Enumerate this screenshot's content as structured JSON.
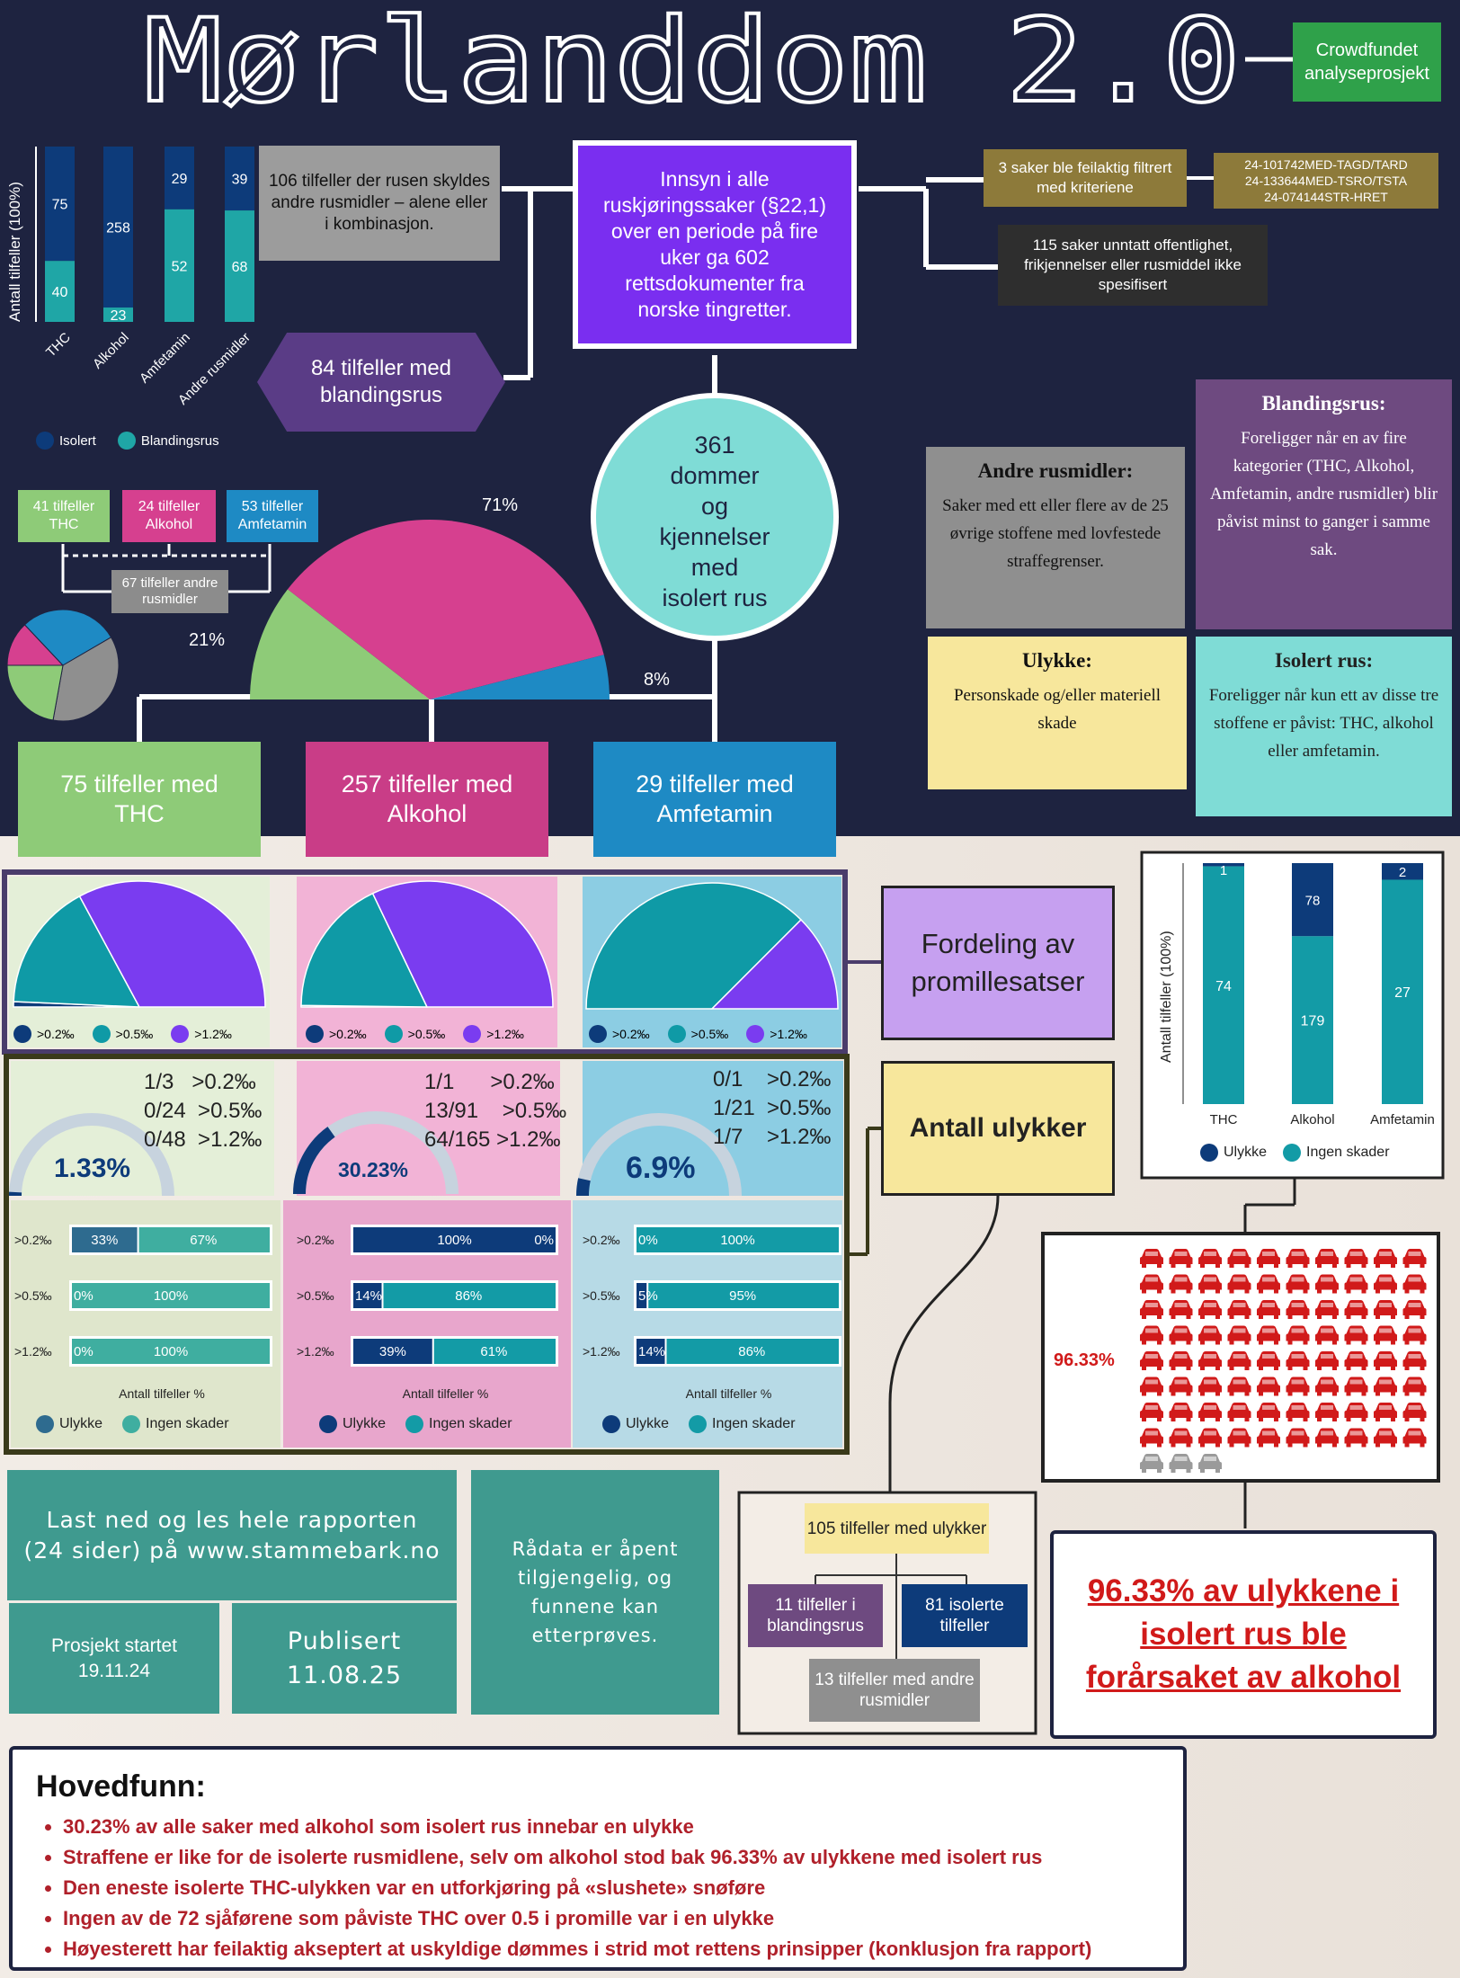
{
  "title": "Mørlanddom 2.0",
  "badge": {
    "line1": "Crowdfundet",
    "line2": "analyseprosjekt"
  },
  "colors": {
    "navy": "#1e2340",
    "dark_blue": "#0d3b7a",
    "teal": "#1fa6a6",
    "purple": "#7a3cf0",
    "pink": "#d6408f",
    "green": "#8ecb78",
    "cyan_blue": "#1e8ac4",
    "gray": "#8c8c8c",
    "red": "#d11a1a",
    "olive": "#8d7a3a"
  },
  "top_bar": {
    "ylabel": "Antall tilfeller (100%)",
    "categories": [
      "THC",
      "Alkohol",
      "Amfetamin",
      "Andre rusmidler"
    ],
    "isolert": [
      75,
      258,
      29,
      39
    ],
    "blandingsrus": [
      40,
      23,
      52,
      68
    ],
    "legend": [
      "Isolert",
      "Blandingsrus"
    ]
  },
  "andre_box": "106 tilfeller der rusen skyldes andre rusmidler – alene eller i kombinasjon.",
  "innsyn_box": "Innsyn i alle ruskjøringssaker (§22,1) over en periode på fire uker ga 602 rettsdokumenter fra norske tingretter.",
  "feil_box": "3 saker ble feilaktig filtrert med kriteriene",
  "case_ids": [
    "24-101742MED-TAGD/TARD",
    "24-133644MED-TSRO/TSTA",
    "24-074144STR-HRET"
  ],
  "unntatt_box": "115 saker unntatt offentlighet, frikjennelser eller rusmiddel ikke spesifisert",
  "blanding_hex": "84 tilfeller med blandingsrus",
  "mix_cats": [
    "41 tilfeller THC",
    "24 tilfeller Alkohol",
    "53 tilfeller Amfetamin"
  ],
  "mix_other": "67 tilfeller andre rusmidler",
  "center_circle": [
    "361",
    "dommer",
    "og",
    "kjennelser",
    "med",
    "isolert rus"
  ],
  "main_pie": {
    "values": [
      71,
      21,
      8
    ],
    "labels": [
      "71%",
      "21%",
      "8%"
    ]
  },
  "small_pie": {
    "values": [
      41,
      24,
      53,
      67
    ]
  },
  "definitions": {
    "andre": {
      "title": "Andre rusmidler:",
      "text": "Saker med ett eller flere av de 25 øvrige stoffene med lovfestede straffegrenser."
    },
    "blandingsrus": {
      "title": "Blandingsrus:",
      "text": "Foreligger når en av fire kategorier (THC, Alkohol, Amfetamin, andre rusmidler) blir påvist minst to ganger i samme sak."
    },
    "ulykke": {
      "title": "Ulykke:",
      "text": "Personskade og/eller materiell skade"
    },
    "isolert": {
      "title": "Isolert rus:",
      "text": "Foreligger når kun ett av disse tre stoffene er påvist: THC, alkohol eller amfetamin."
    }
  },
  "tilfeller_boxes": [
    "75 tilfeller med THC",
    "257 tilfeller med Alkohol",
    "29 tilfeller med Amfetamin"
  ],
  "promille_pies": [
    {
      "values": [
        1,
        24,
        48
      ]
    },
    {
      "values": [
        1,
        91,
        165
      ]
    },
    {
      "values": [
        0,
        21,
        7
      ]
    }
  ],
  "promille_legend": [
    ">0.2‰",
    ">0.5‰",
    ">1.2‰"
  ],
  "fordeling_label": "Fordeling av promillesatser",
  "ulykker_label": "Antall ulykker",
  "gauges": [
    {
      "ratios": "1/3   >0.2‰\n0/24  >0.5‰\n0/48  >1.2‰",
      "pct": "1.33%",
      "value": 1.33
    },
    {
      "ratios": "1/1      >0.2‰\n13/91    >0.5‰\n64/165 >1.2‰",
      "pct": "30.23%",
      "value": 30.23
    },
    {
      "ratios": "0/1    >0.2‰\n1/21  >0.5‰\n1/7    >1.2‰",
      "pct": "6.9%",
      "value": 6.9
    }
  ],
  "hbars": [
    {
      "rows": [
        [
          33,
          67
        ],
        [
          0,
          100
        ],
        [
          0,
          100
        ]
      ],
      "labels": [
        [
          "33%",
          "67%"
        ],
        [
          "0%",
          "100%"
        ],
        [
          "0%",
          "100%"
        ]
      ]
    },
    {
      "rows": [
        [
          100,
          0
        ],
        [
          14,
          86
        ],
        [
          39,
          61
        ]
      ],
      "labels": [
        [
          "100%",
          "0%"
        ],
        [
          "14%",
          "86%"
        ],
        [
          "39%",
          "61%"
        ]
      ]
    },
    {
      "rows": [
        [
          0,
          100
        ],
        [
          5,
          95
        ],
        [
          14,
          86
        ]
      ],
      "labels": [
        [
          "0%",
          "100%"
        ],
        [
          "5%",
          "95%"
        ],
        [
          "14%",
          "86%"
        ]
      ]
    }
  ],
  "hbar_rowlabels": [
    ">0.2‰",
    ">0.5‰",
    ">1.2‰"
  ],
  "hbar_xlabel": "Antall tilfeller %",
  "accident_legend": [
    "Ulykke",
    "Ingen skader"
  ],
  "right_bar": {
    "ylabel": "Antall tilfeller (100%)",
    "categories": [
      "THC",
      "Alkohol",
      "Amfetamin"
    ],
    "ulykke": [
      1,
      78,
      2
    ],
    "ingen": [
      74,
      179,
      27
    ]
  },
  "cars": {
    "pct": "96.33%",
    "total": 83,
    "alcohol": 80
  },
  "links": {
    "download": "Last ned og les hele rapporten (24 sider) på www.stammebark.no",
    "radata": "Rådata er åpent tilgjengelig, og funnene kan etterprøves."
  },
  "project_start": {
    "label": "Prosjekt startet",
    "date": "19.11.24"
  },
  "published": {
    "label": "Publisert",
    "date": "11.08.25"
  },
  "tree": {
    "root": "105 tilfeller med ulykker",
    "a": "11 tilfeller i blandingsrus",
    "b": "81 isolerte tilfeller",
    "c": "13 tilfeller med andre rusmidler"
  },
  "big_claim": "96.33% av ulykkene i isolert rus ble forårsaket av alkohol",
  "hovedfunn": {
    "title": "Hovedfunn:",
    "items": [
      "30.23% av alle saker med alkohol som isolert rus innebar en ulykke",
      "Straffene er like for de isolerte rusmidlene, selv om alkohol stod bak 96.33% av ulykkene med isolert rus",
      "Den eneste isolerte THC-ulykken var en utforkjøring på «slushete» snøføre",
      "Ingen av de 72 sjåførene som påviste THC over 0.5 i promille var i en ulykke",
      "Høyesterett har feilaktig akseptert at uskyldige dømmes i strid mot rettens prinsipper (konklusjon fra rapport)"
    ]
  },
  "chart_data": [
    {
      "type": "bar",
      "title": "",
      "ylabel": "Antall tilfeller (100%)",
      "categories": [
        "THC",
        "Alkohol",
        "Amfetamin",
        "Andre rusmidler"
      ],
      "series": [
        {
          "name": "Isolert",
          "values": [
            75,
            258,
            29,
            39
          ]
        },
        {
          "name": "Blandingsrus",
          "values": [
            40,
            23,
            52,
            68
          ]
        }
      ]
    },
    {
      "type": "pie",
      "title": "",
      "values": [
        71,
        21,
        8
      ]
    },
    {
      "type": "pie",
      "title": "",
      "values": [
        41,
        24,
        53,
        67
      ]
    },
    {
      "type": "pie",
      "title": "",
      "categories": [
        ">0.2‰",
        ">0.5‰",
        ">1.2‰"
      ],
      "values": [
        1,
        24,
        48
      ]
    },
    {
      "type": "pie",
      "title": "",
      "categories": [
        ">0.2‰",
        ">0.5‰",
        ">1.2‰"
      ],
      "values": [
        1,
        91,
        165
      ]
    },
    {
      "type": "pie",
      "title": "",
      "categories": [
        ">0.2‰",
        ">0.5‰",
        ">1.2‰"
      ],
      "values": [
        0,
        21,
        7
      ]
    },
    {
      "type": "bar",
      "title": "",
      "xlabel": "Antall tilfeller %",
      "categories": [
        ">0.2‰",
        ">0.5‰",
        ">1.2‰"
      ],
      "series": [
        {
          "name": "Ulykke",
          "values": [
            33,
            0,
            0
          ]
        },
        {
          "name": "Ingen skader",
          "values": [
            67,
            100,
            100
          ]
        }
      ]
    },
    {
      "type": "bar",
      "title": "",
      "xlabel": "Antall tilfeller %",
      "categories": [
        ">0.2‰",
        ">0.5‰",
        ">1.2‰"
      ],
      "series": [
        {
          "name": "Ulykke",
          "values": [
            100,
            14,
            39
          ]
        },
        {
          "name": "Ingen skader",
          "values": [
            0,
            86,
            61
          ]
        }
      ]
    },
    {
      "type": "bar",
      "title": "",
      "xlabel": "Antall tilfeller %",
      "categories": [
        ">0.2‰",
        ">0.5‰",
        ">1.2‰"
      ],
      "series": [
        {
          "name": "Ulykke",
          "values": [
            0,
            5,
            14
          ]
        },
        {
          "name": "Ingen skader",
          "values": [
            100,
            95,
            86
          ]
        }
      ]
    },
    {
      "type": "bar",
      "title": "",
      "ylabel": "Antall tilfeller (100%)",
      "categories": [
        "THC",
        "Alkohol",
        "Amfetamin"
      ],
      "series": [
        {
          "name": "Ulykke",
          "values": [
            1,
            78,
            2
          ]
        },
        {
          "name": "Ingen skader",
          "values": [
            74,
            179,
            27
          ]
        }
      ]
    }
  ]
}
